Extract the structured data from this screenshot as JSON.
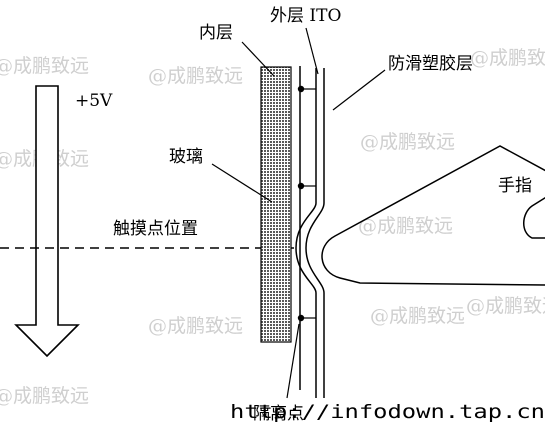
{
  "labels": {
    "inner_layer": "内层",
    "outer_ito": "外层 ITO",
    "anti_slip_layer": "防滑塑胶层",
    "voltage": "+5V",
    "glass": "玻璃",
    "finger": "手指",
    "touch_position": "触摸点位置",
    "spacer_dots": "隔离点"
  },
  "watermark": {
    "brand": "@成鹏致远",
    "url": "http://infodown.tap.cn"
  },
  "colors": {
    "line": "#000000",
    "glass_fill": "#7a7a7a",
    "watermark": "#cfcfcf"
  }
}
